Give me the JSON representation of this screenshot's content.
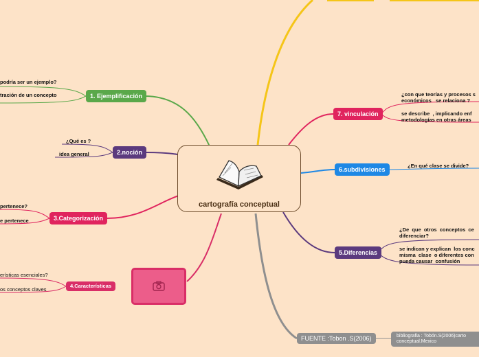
{
  "central": {
    "title": "cartografía conceptual",
    "icon": "open-book-icon"
  },
  "topics": {
    "ejemplificacion": {
      "label": "1. Ejemplificación",
      "color": "#5aa84a",
      "children": [
        "podría  ser un ejemplo?",
        "tración de un concepto"
      ]
    },
    "nocion": {
      "label": "2.noción",
      "color": "#5b3a7e",
      "children": [
        "¿Qué es ?",
        "idea general"
      ]
    },
    "categorizacion": {
      "label": "3.Categorización",
      "color": "#e0245e",
      "children": [
        "pertenece?",
        "e pertenece"
      ]
    },
    "caracteristicas": {
      "label": "4.Características",
      "color": "#d92e67",
      "children": [
        "erísticas esenciales?",
        "os conceptos claves"
      ]
    },
    "vinculacion": {
      "label": "7. vinculación",
      "color": "#e0245e",
      "children": [
        "¿con que teorías y procesos s\neconómicos   se relaciona ?",
        "se describe  , implicando enf\nmetodologías en otras áreas"
      ]
    },
    "subdivisiones": {
      "label": "6.subdivisiones",
      "color": "#1e88e5",
      "children": [
        "¿En qué clase se divide?"
      ]
    },
    "diferencias": {
      "label": "5.Diferencias",
      "color": "#5b3a7e",
      "children": [
        "¿De  que  otros  conceptos  ce\ndiferenciar?",
        "se indican y explican  los conc\nmisma  clase  o diferentes con\npueda causar  confusión"
      ]
    },
    "fuente": {
      "label": "FUENTE :Tobon .S(2006)",
      "color": "#8f8f8f",
      "children": [
        "bibliografia : Tobón.S(2006)carto\nconceptual.Mexico"
      ]
    }
  },
  "photo": {
    "icon": "camera-icon",
    "color": "#ec5d8a"
  },
  "colors": {
    "background": "#fde3c8",
    "yellow_branch": "#f5c518"
  }
}
